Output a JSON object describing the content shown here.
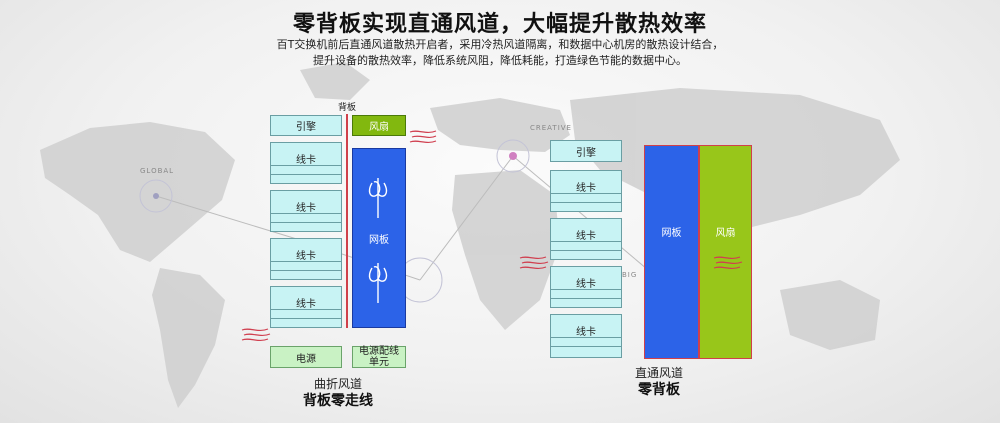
{
  "title": "零背板实现直通风道，大幅提升散热效率",
  "subtitle_line1": "百T交换机前后直通风道散热开启者，采用冷热风道隔离，和数据中心机房的散热设计结合，",
  "subtitle_line2": "提升设备的散热效率，降低系统风阻，降低耗能，打造绿色节能的数据中心。",
  "map_labels": {
    "global": "GLOBAL",
    "creative": "CREATIVE",
    "big": "BIG"
  },
  "left_diagram": {
    "backplane_label": "背板",
    "engine": "引擎",
    "fan": "风扇",
    "cards": [
      "线卡",
      "线卡",
      "线卡",
      "线卡"
    ],
    "mesh": "网板",
    "power": "电源",
    "psu_line1": "电源配线",
    "psu_line2": "单元",
    "caption": "曲折风道",
    "caption_bold": "背板零走线"
  },
  "right_diagram": {
    "engine": "引擎",
    "cards": [
      "线卡",
      "线卡",
      "线卡",
      "线卡"
    ],
    "mesh": "网板",
    "fan": "风扇",
    "caption": "直通风道",
    "caption_bold": "零背板"
  },
  "colors": {
    "cyan_module": "#c8f3f4",
    "green_module": "#c9f2c4",
    "blue_mesh": "#2c63e8",
    "green_fan": "#98c61a",
    "airflow": "#d04050"
  }
}
